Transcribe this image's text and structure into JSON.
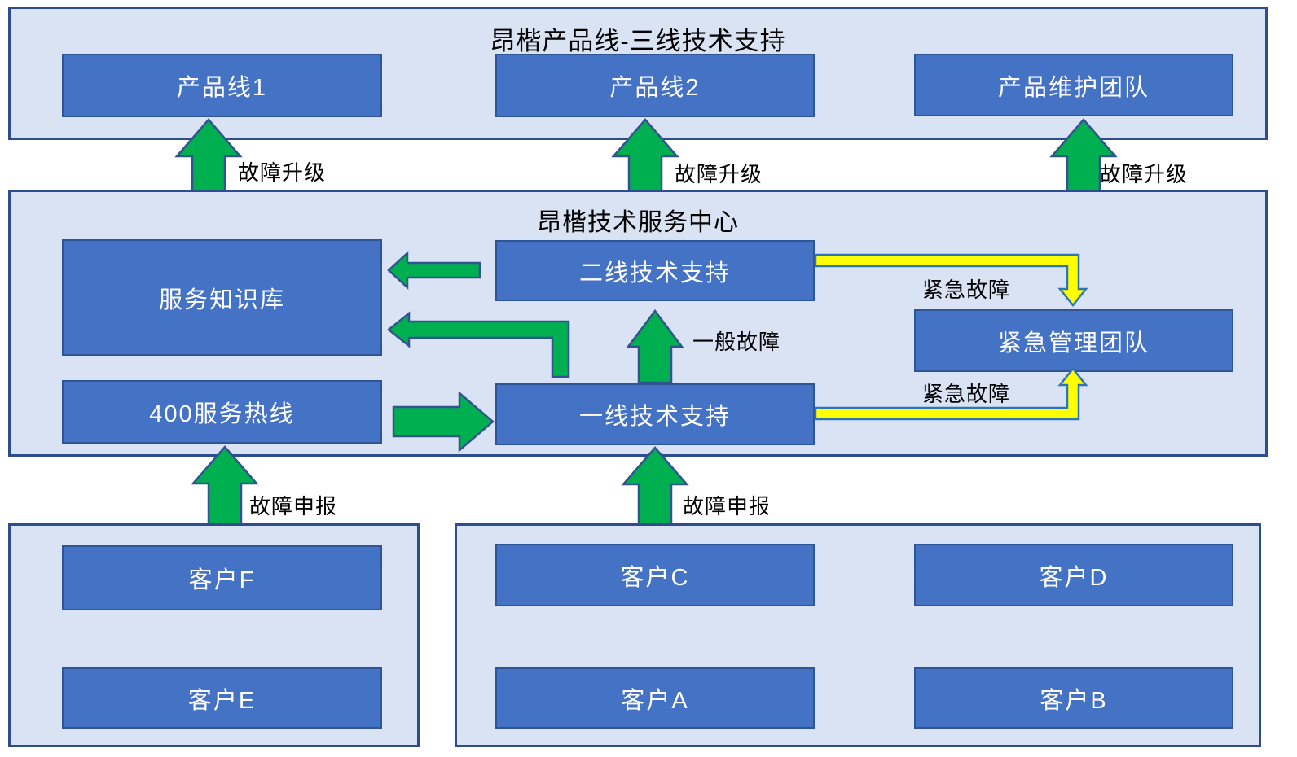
{
  "colors": {
    "node_fill": "#4472C4",
    "node_border": "#2F5597",
    "node_text": "#FFFFFF",
    "container_fill": "#DAE3F3",
    "container_border": "#2E4D8F",
    "title_text": "#000000",
    "green": "#00B050",
    "green_outline": "#31538F",
    "yellow": "#FFFF00",
    "yellow_outline": "#2E75B6"
  },
  "top_section": {
    "title": "昂楷产品线-三线技术支持",
    "nodes": [
      "产品线1",
      "产品线2",
      "产品维护团队"
    ]
  },
  "middle_section": {
    "title": "昂楷技术服务中心",
    "nodes": {
      "knowledge_base": "服务知识库",
      "line2_support": "二线技术支持",
      "emergency_team": "紧急管理团队",
      "hotline_400": "400服务热线",
      "line1_support": "一线技术支持"
    }
  },
  "bottom_left_section": {
    "nodes": [
      "客户F",
      "客户E"
    ]
  },
  "bottom_right_section": {
    "nodes": [
      "客户C",
      "客户A",
      "客户D",
      "客户B"
    ]
  },
  "arrow_labels": {
    "escalation": [
      "故障升级",
      "故障升级",
      "故障升级"
    ],
    "general": "一般故障",
    "urgent": [
      "紧急故障",
      "紧急故障"
    ],
    "report": [
      "故障申报",
      "故障申报"
    ]
  }
}
